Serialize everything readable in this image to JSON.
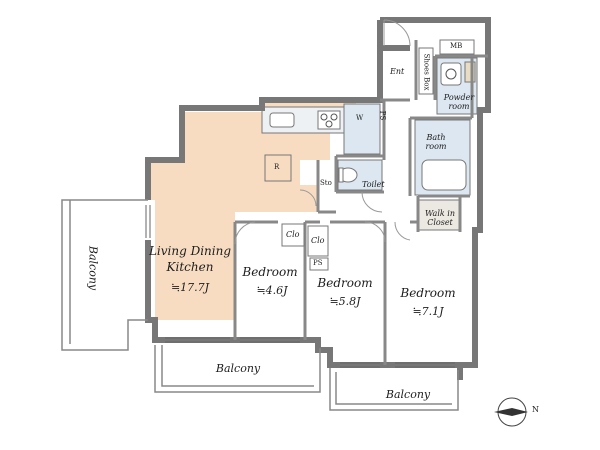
{
  "rooms": {
    "ldk": {
      "name_line1": "Living Dining",
      "name_line2": "Kitchen",
      "area": "≒17.7J"
    },
    "bedroom1": {
      "name": "Bedroom",
      "area": "≒4.6J"
    },
    "bedroom2": {
      "name": "Bedroom",
      "area": "≒5.8J"
    },
    "bedroom3": {
      "name": "Bedroom",
      "area": "≒7.1J"
    },
    "balcony_west": {
      "name": "Balcony"
    },
    "balcony_south1": {
      "name": "Balcony"
    },
    "balcony_south2": {
      "name": "Balcony"
    },
    "entrance": {
      "name": "Ent"
    },
    "shoes_box": {
      "name": "Shoes Box"
    },
    "mb": {
      "name": "MB"
    },
    "powder": {
      "name_line1": "Powder",
      "name_line2": "room"
    },
    "bath": {
      "name_line1": "Bath",
      "name_line2": "room"
    },
    "toilet": {
      "name": "Toilet"
    },
    "wic": {
      "name_line1": "Walk in",
      "name_line2": "Closet"
    },
    "closet1": {
      "name": "Clo"
    },
    "closet2": {
      "name": "Clo"
    },
    "ps1": {
      "name": "PS"
    },
    "ps2": {
      "name": "PS"
    },
    "sto": {
      "name": "Sto"
    },
    "w": {
      "name": "W"
    },
    "r": {
      "name": "R"
    }
  },
  "compass": {
    "label": "N"
  },
  "colors": {
    "ldk_floor": "#f7dcc2",
    "wet_floor": "#dce7f1",
    "wall": "#777777",
    "line": "#555555"
  }
}
